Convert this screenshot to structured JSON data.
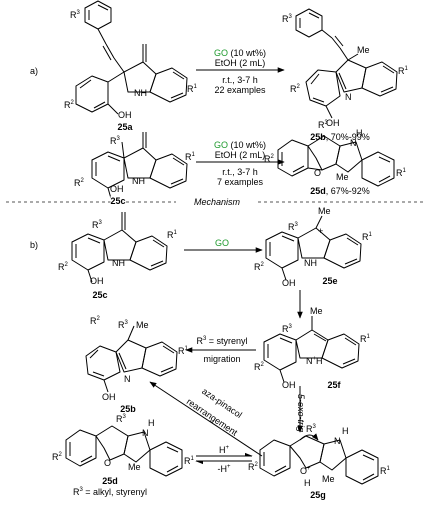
{
  "part_a": {
    "label": "a)",
    "reaction1": {
      "start_label": "25a",
      "product_label": "25b",
      "product_yield": ", 70%-99%",
      "reagent_name": "GO",
      "reagent_amount": " (10 wt%)",
      "solvent": "EtOH (2 mL)",
      "conditions": "r.t., 3-7 h",
      "scope": "22 examples"
    },
    "reaction2": {
      "start_label": "25c",
      "product_label": "25d",
      "product_yield": ", 67%-92%",
      "reagent_name": "GO",
      "reagent_amount": " (10 wt%)",
      "solvent": "EtOH (2 mL)",
      "conditions": "r.t., 3-7 h",
      "scope": "7 examples"
    }
  },
  "divider": {
    "title": "Mechanism"
  },
  "part_b": {
    "label": "b)",
    "compounds": {
      "c25c": "25c",
      "c25e": "25e",
      "c25f": "25f",
      "c25b": "25b",
      "c25g": "25g",
      "c25d": "25d"
    },
    "arrows": {
      "go": "GO",
      "migration_line1": "R3 = styrenyl",
      "migration_line2": "migration",
      "aza_pinacol_1": "aza-pinacol",
      "aza_pinacol_2": "rearrangement",
      "exo_trig": "5-exo-trig",
      "h_plus": "H+",
      "minus_h_plus": "-H+"
    },
    "note": "R3 = alkyl, styrenyl"
  },
  "atom_labels": {
    "R1": "R1",
    "R2": "R2",
    "R3": "R3",
    "NH": "NH",
    "N": "N",
    "H": "H",
    "OH": "OH",
    "O": "O",
    "Me": "Me"
  },
  "colors": {
    "reagent_green": "#1f9a2e",
    "ink": "#000000",
    "divider": "#555555"
  }
}
